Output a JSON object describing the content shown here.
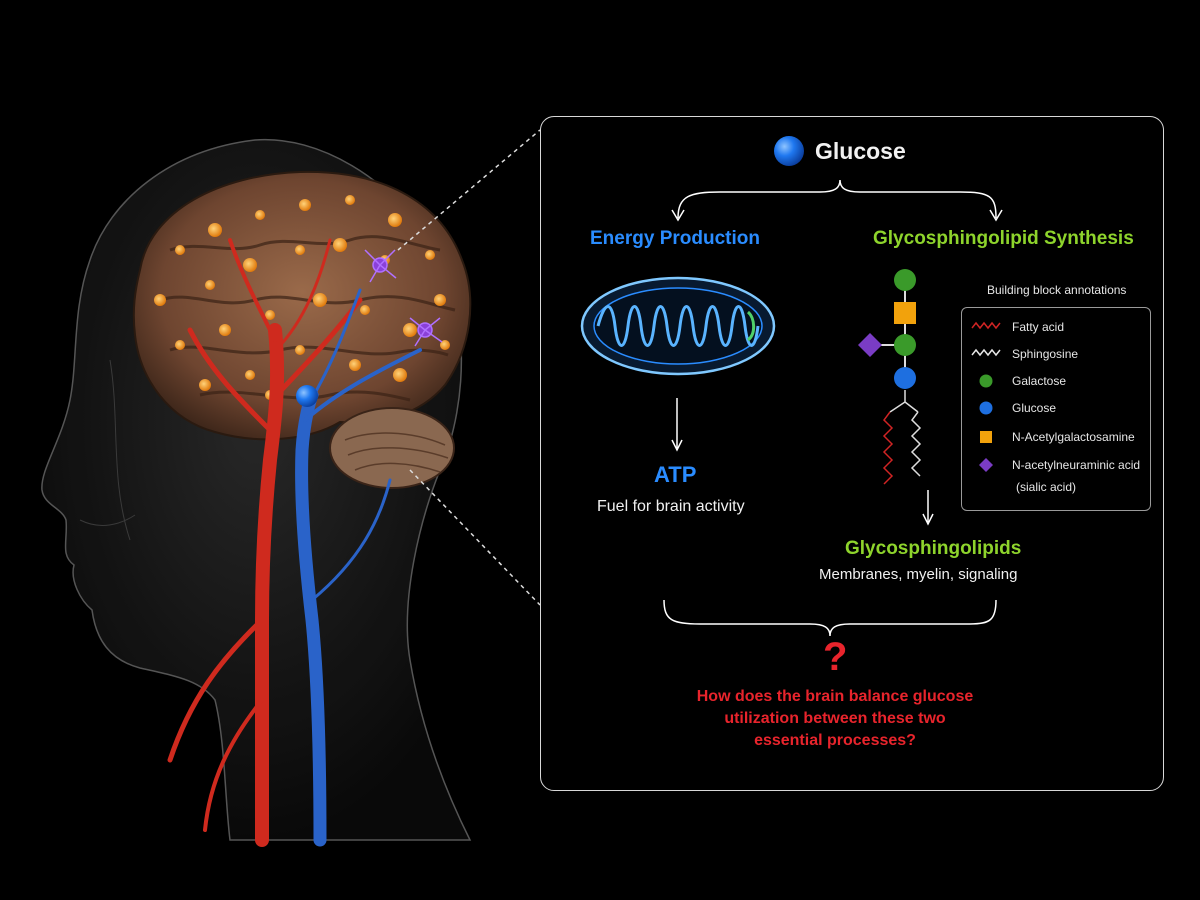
{
  "colors": {
    "background": "#000000",
    "energy_blue": "#2a8cff",
    "synthesis_green": "#8ed42c",
    "question_red": "#e8242c",
    "galactose_green": "#3a9a2a",
    "glucose_blue": "#1e6fe0",
    "galnac_orange": "#f2a20c",
    "sialic_purple": "#7a3cc4",
    "artery_red": "#cf2a1e",
    "vein_blue": "#2a63c9",
    "brain_brown": "#8a5a3e"
  },
  "icons": {
    "glucose_molecule": "blue-sphere",
    "mitochondrion": "mitochondrion-icon",
    "glycolipid": "glycosphingolipid-structure-icon"
  },
  "panel": {
    "glucose_label": "Glucose",
    "energy": {
      "heading": "Energy Production",
      "product": "ATP",
      "description": "Fuel for brain activity"
    },
    "synthesis": {
      "heading": "Glycosphingolipid Synthesis",
      "product": "Glycosphingolipids",
      "description": "Membranes, myelin, signaling"
    },
    "annotations": {
      "title": "Building block annotations",
      "items": [
        {
          "label": "Fatty acid",
          "symbol": "red-zigzag-line"
        },
        {
          "label": "Sphingosine",
          "symbol": "white-zigzag-line"
        },
        {
          "label": "Galactose",
          "symbol": "green-circle"
        },
        {
          "label": "Glucose",
          "symbol": "blue-circle"
        },
        {
          "label": "N-Acetylgalactosamine",
          "symbol": "orange-square"
        },
        {
          "label": "N-acetylneuraminic acid",
          "symbol": "purple-diamond"
        },
        {
          "label": "(sialic acid)",
          "symbol": ""
        }
      ]
    },
    "question": {
      "mark": "?",
      "text": "How does the brain balance glucose utilization between these two essential processes?"
    }
  }
}
